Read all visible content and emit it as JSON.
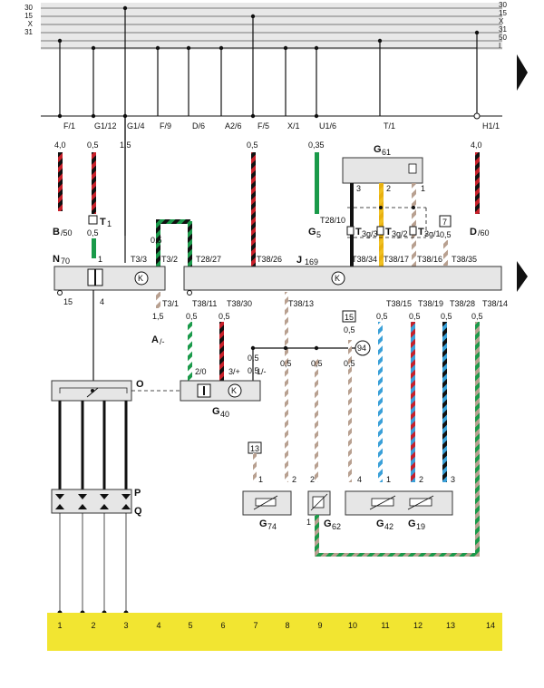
{
  "rails": [
    "30",
    "15",
    "X",
    "31",
    "50",
    "I"
  ],
  "bus_pins": [
    "F/1",
    "G1/12",
    "G1/4",
    "F/9",
    "D/6",
    "A2/6",
    "F/5",
    "X/1",
    "U1/6",
    "T/1",
    "H1/1"
  ],
  "wire_sizes_top": {
    "f1": "4,0",
    "g112": "0,5",
    "g14": "1,5",
    "f5": "0,5",
    "u16": "0,35",
    "h11": "4,0"
  },
  "components": {
    "b50": "B",
    "b50_sub": "/50",
    "t1": "T",
    "t1_sub": "1",
    "n70": "N",
    "n70_sub": "70",
    "j169": "J",
    "j169_sub": "169",
    "g5": "G",
    "g5_sub": "5",
    "g61": "G",
    "g61_sub": "61",
    "d60": "D",
    "d60_sub": "/60",
    "a": "A",
    "a_sub": "/-",
    "o": "O",
    "g40": "G",
    "g40_sub": "40",
    "p": "P",
    "q": "Q",
    "g74": "G",
    "g74_sub": "74",
    "g62": "G",
    "g62_sub": "62",
    "g42": "G",
    "g42_sub": "42",
    "g19": "G",
    "g19_sub": "19",
    "k": "K"
  },
  "pins": {
    "t33": "T3/3",
    "t32": "T3/2",
    "t2827": "T28/27",
    "t3826": "T38/26",
    "t3834": "T38/34",
    "t3817": "T38/17",
    "t3816": "T38/16",
    "t3835": "T38/35",
    "t31": "T3/1",
    "t3811": "T38/11",
    "t3830": "T38/30",
    "t3813": "T38/13",
    "t3815": "T38/15",
    "t3819": "T38/19",
    "t3828": "T38/28",
    "t3814": "T38/14",
    "t2810": "T28/10",
    "t3g3": "T",
    "t3g3_sub": "3g/3",
    "t3g2": "T",
    "t3g2_sub": "3g/2",
    "t3g1": "T",
    "t3g1_sub": "3g/1",
    "n70_1": "1",
    "n70_15": "15",
    "n70_4": "4",
    "g61_3": "3",
    "g61_2": "2",
    "g61_1": "1",
    "g40_20": "2/0",
    "g40_3p": "3/+",
    "g40_1m": "1/-",
    "g74_1": "1",
    "g74_2": "2",
    "g62_2": "2",
    "g62_1": "1",
    "g42_4": "4",
    "g42_1": "1",
    "g19_2": "2",
    "g19_3": "3"
  },
  "sizes": {
    "s05": "0,5",
    "s15": "1,5"
  },
  "refs": {
    "r7": "7",
    "r15": "15",
    "r94": "94",
    "r13": "13"
  },
  "track": [
    "1",
    "2",
    "3",
    "4",
    "5",
    "6",
    "7",
    "8",
    "9",
    "10",
    "11",
    "12",
    "13",
    "14"
  ],
  "colors": {
    "bar": "#f2e531",
    "box": "#e6e6e6",
    "red": "#c8202a",
    "green": "#1a9a4a",
    "blue": "#3aa0d8",
    "yellow": "#f0c020",
    "brown": "#b8a090"
  }
}
